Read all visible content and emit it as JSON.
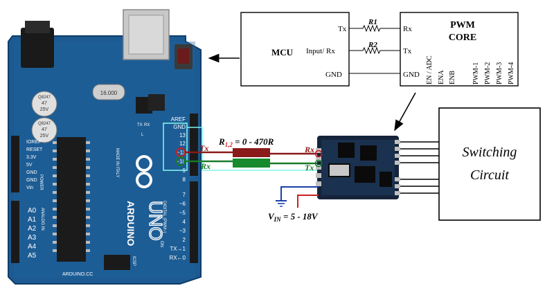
{
  "colors": {
    "board_blue": "#1c5a91",
    "board_dark": "#0f3d6a",
    "header_black": "#1a1a1a",
    "wire_red": "#8b1a1a",
    "wire_green": "#1b7a2a",
    "highlight_cyan": "#7ff2ec",
    "resistor_red": "#8b1a1a",
    "resistor_green": "#168a2c",
    "ground_blue": "#1a3fa8",
    "vin_red": "#cc1f1f",
    "module_dark": "#15243a"
  },
  "block_diagram": {
    "mcu_label": "MCU",
    "mcu_tx": "Tx",
    "mcu_input_rx": "Input/ Rx",
    "mcu_gnd": "GND",
    "r1": "R1",
    "r2": "R2",
    "pwm_title_line1": "PWM",
    "pwm_title_line2": "CORE",
    "pwm_rx": "Rx",
    "pwm_tx": "Tx",
    "pwm_gnd": "GND",
    "vertical_pins": [
      "EN / ADC",
      "ENA",
      "ENB",
      "PWM-1",
      "PWM-2",
      "PWM-3",
      "PWM-4"
    ]
  },
  "arduino": {
    "brand": "ARDUINO",
    "model": "UNO",
    "made_in": "MADE IN ITALY",
    "url": "ARDUINO.CC",
    "cap1": [
      "Q8247",
      "47",
      "25V"
    ],
    "cap2": [
      "Q8247",
      "47",
      "25V"
    ],
    "crystal": "16.000",
    "left_header_labels": [
      "IOREF",
      "RESET",
      "3.3V",
      "5V",
      "GND",
      "GND",
      "Vin"
    ],
    "power_label": "POWER",
    "analog_labels": [
      "A0",
      "A1",
      "A2",
      "A3",
      "A4",
      "A5"
    ],
    "analog_in_label": "ANALOG IN",
    "right_top_labels": [
      "AREF",
      "GND",
      "13",
      "12",
      "~11",
      "~10",
      "~9",
      "8"
    ],
    "right_bottom_labels": [
      "7",
      "~6",
      "~5",
      "4",
      "~3",
      "2",
      "TX→1",
      "RX←0"
    ],
    "digital_label": "DIGITAL (PWM~)",
    "tx_led": "TX",
    "rx_led": "RX",
    "l_led": "L",
    "on_led": "ON",
    "icsp": "ICSP"
  },
  "wiring": {
    "resistor_label_prefix": "R",
    "resistor_label_sub": "1,2",
    "resistor_label_value": " = 0 - 470R",
    "tx_left": "Tx",
    "rx_left": "Rx",
    "rx_right": "Rx",
    "tx_right": "Tx",
    "vin_prefix": "V",
    "vin_sub": "IN",
    "vin_value": " = 5 - 18V"
  },
  "switching_circuit": {
    "line1": "Switching",
    "line2": "Circuit"
  }
}
